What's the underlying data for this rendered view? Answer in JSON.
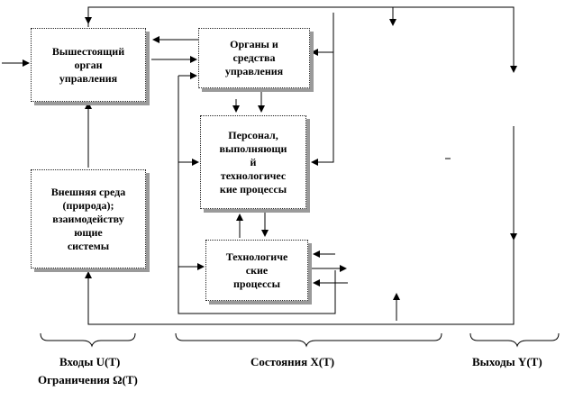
{
  "blocks": {
    "higher_authority": "Вышестоящий\nорган\nуправления",
    "management_bodies": "Органы и\nсредства\nуправления",
    "personnel": "Персонал,\nвыполняющи\nй\nтехнологичес\nкие процессы",
    "environment": "Внешняя среда\n(природа);\nвзаимодейству\nющие\nсистемы",
    "processes": "Технологиче\nские\nпроцессы"
  },
  "labels": {
    "inputs": "Входы U(T)",
    "constraints": "Ограничения  Ω(T)",
    "states": "Состояния X(T)",
    "outputs": "Выходы Y(T)"
  }
}
